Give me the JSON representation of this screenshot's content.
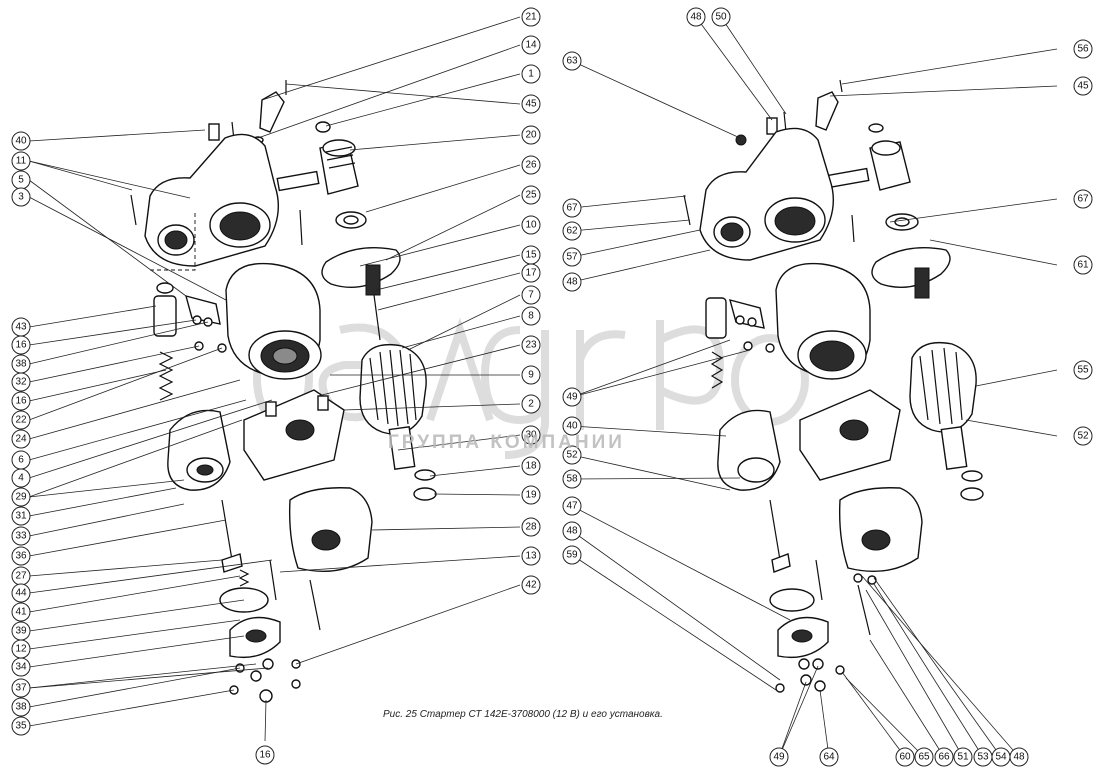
{
  "caption": "Рис. 25 Стартер СТ 142Е-3708000 (12 В) и его установка.",
  "watermark": {
    "logo_text": "белагро",
    "subtitle": "ГРУППА КОМПАНИИ"
  },
  "left_assembly": {
    "callouts_left": [
      "40",
      "11",
      "5",
      "3",
      "43",
      "16",
      "38",
      "32",
      "16",
      "22",
      "24",
      "6",
      "4",
      "29",
      "31",
      "33",
      "36",
      "27",
      "44",
      "41",
      "39",
      "12",
      "34",
      "37",
      "38",
      "35"
    ],
    "callouts_right": [
      "21",
      "14",
      "1",
      "45",
      "20",
      "26",
      "25",
      "10",
      "15",
      "17",
      "7",
      "8",
      "23",
      "9",
      "2",
      "30",
      "18",
      "19",
      "28",
      "13",
      "42"
    ],
    "callouts_bottom": [
      "16"
    ]
  },
  "right_assembly": {
    "callouts_left": [
      "63",
      "67",
      "62",
      "57",
      "48",
      "49",
      "40",
      "52",
      "58",
      "47",
      "48",
      "59"
    ],
    "callouts_top": [
      "48",
      "50"
    ],
    "callouts_right": [
      "56",
      "45",
      "67",
      "61",
      "55",
      "52"
    ],
    "callouts_bottom": [
      "49",
      "64",
      "60",
      "65",
      "66",
      "51",
      "53",
      "54",
      "48"
    ]
  }
}
